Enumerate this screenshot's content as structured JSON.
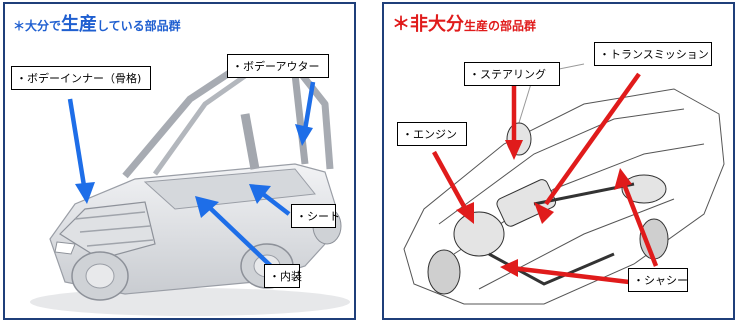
{
  "left": {
    "title_prefix": "＊大分で",
    "title_big": "生産",
    "title_suffix": "している部品群",
    "callouts": {
      "inner": "・ボデーインナー（骨格)",
      "outer": "・ボデーアウター",
      "seat": "・シート",
      "interior": "・内装"
    }
  },
  "right": {
    "title_prefix": "＊",
    "title_big": "非大分",
    "title_suffix": "生産の部品群",
    "callouts": {
      "transmission": "・トランスミッション",
      "steering": "・ステアリング",
      "engine": "・エンジン",
      "chassis": "・シャシー"
    }
  },
  "colors": {
    "border": "#1f3f7a",
    "left_accent": "#1f5fd0",
    "left_arrow": "#1e6ee8",
    "right_accent": "#e01b1b",
    "right_arrow": "#e01b1b"
  }
}
